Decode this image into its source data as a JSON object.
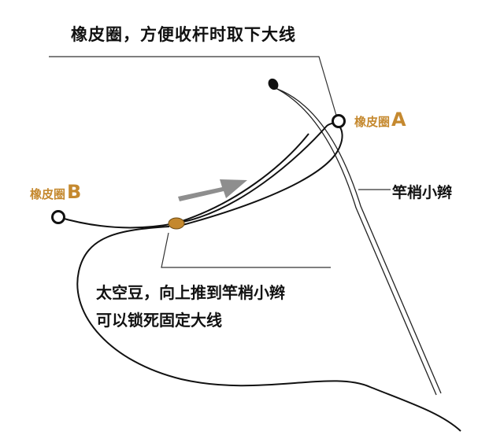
{
  "title": "橡皮圈，方便收杆时取下大线",
  "ring_a": {
    "text": "橡皮圈",
    "letter": "A"
  },
  "ring_b": {
    "text": "橡皮圈",
    "letter": "B"
  },
  "rod_label": "竿梢小辫",
  "bead_caption": {
    "line1": "太空豆，向上推到竿梢小辫",
    "line2": "可以锁死固定大线"
  },
  "colors": {
    "accent": "#c5892f",
    "bead": "#c4882e",
    "line": "#111111",
    "arrow": "#8a8a8a"
  }
}
